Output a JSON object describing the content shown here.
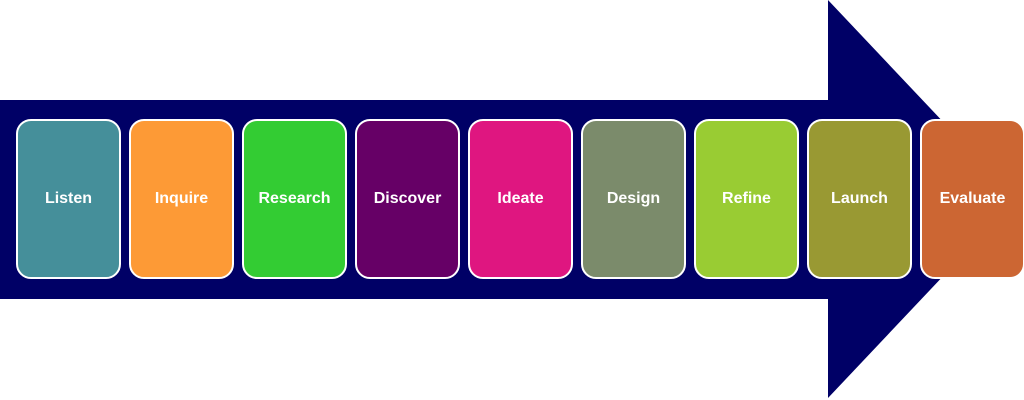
{
  "arrow_color": "#000066",
  "steps": [
    {
      "label": "Listen",
      "color": "#458f9a"
    },
    {
      "label": "Inquire",
      "color": "#fd9a36"
    },
    {
      "label": "Research",
      "color": "#33cc33"
    },
    {
      "label": "Discover",
      "color": "#660066"
    },
    {
      "label": "Ideate",
      "color": "#df1680"
    },
    {
      "label": "Design",
      "color": "#7b8b6b"
    },
    {
      "label": "Refine",
      "color": "#99cc33"
    },
    {
      "label": "Launch",
      "color": "#999933"
    },
    {
      "label": "Evaluate",
      "color": "#cc6633"
    }
  ]
}
